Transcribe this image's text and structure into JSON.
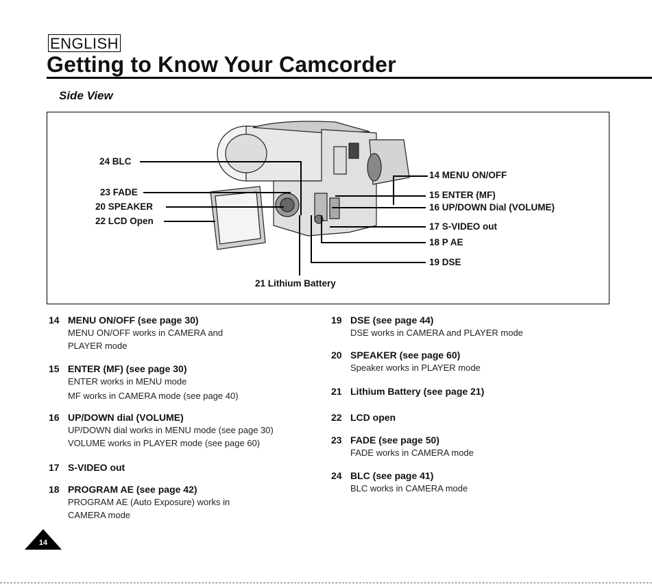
{
  "header": {
    "language": "ENGLISH",
    "title": "Getting to Know Your Camcorder",
    "section": "Side View"
  },
  "diagram": {
    "labels_left": [
      {
        "id": "blc",
        "text": "24 BLC"
      },
      {
        "id": "fade",
        "text": "23 FADE"
      },
      {
        "id": "speaker",
        "text": "20 SPEAKER"
      },
      {
        "id": "lcd",
        "text": "22 LCD Open"
      }
    ],
    "labels_right": [
      {
        "id": "menu",
        "text": "14 MENU ON/OFF"
      },
      {
        "id": "enter",
        "text": "15 ENTER (MF)"
      },
      {
        "id": "updown",
        "text": "16 UP/DOWN Dial (VOLUME)"
      },
      {
        "id": "svideo",
        "text": "17 S-VIDEO out"
      },
      {
        "id": "pae",
        "text": "18 P AE"
      },
      {
        "id": "dse",
        "text": "19 DSE"
      }
    ],
    "label_bottom": "21 Lithium Battery"
  },
  "descriptions": {
    "d14": {
      "num": "14",
      "head": "MENU ON/OFF (see page 30)",
      "lines": [
        "MENU ON/OFF works in CAMERA and",
        "PLAYER mode"
      ]
    },
    "d15": {
      "num": "15",
      "head": "ENTER (MF) (see page 30)",
      "lines": [
        "ENTER works in MENU mode",
        "MF works in CAMERA mode (see page 40)"
      ]
    },
    "d16": {
      "num": "16",
      "head": "UP/DOWN dial (VOLUME)",
      "lines": [
        "UP/DOWN dial works in MENU mode (see page 30)",
        "VOLUME works in PLAYER mode (see page 60)"
      ]
    },
    "d17": {
      "num": "17",
      "head": "S-VIDEO out",
      "lines": []
    },
    "d18": {
      "num": "18",
      "head": "PROGRAM AE (see page 42)",
      "lines": [
        "PROGRAM AE (Auto Exposure) works in",
        "CAMERA mode"
      ]
    },
    "d19": {
      "num": "19",
      "head": "DSE (see page 44)",
      "lines": [
        "DSE works in CAMERA and PLAYER mode"
      ]
    },
    "d20": {
      "num": "20",
      "head": "SPEAKER (see page 60)",
      "lines": [
        "Speaker works in PLAYER mode"
      ]
    },
    "d21": {
      "num": "21",
      "head": "Lithium Battery (see page 21)",
      "lines": []
    },
    "d22": {
      "num": "22",
      "head": "LCD open",
      "lines": []
    },
    "d23": {
      "num": "23",
      "head": "FADE (see page 50)",
      "lines": [
        "FADE works in CAMERA mode"
      ]
    },
    "d24": {
      "num": "24",
      "head": "BLC (see page 41)",
      "lines": [
        "BLC works in CAMERA mode"
      ]
    }
  },
  "footer": {
    "page_number": "14"
  }
}
